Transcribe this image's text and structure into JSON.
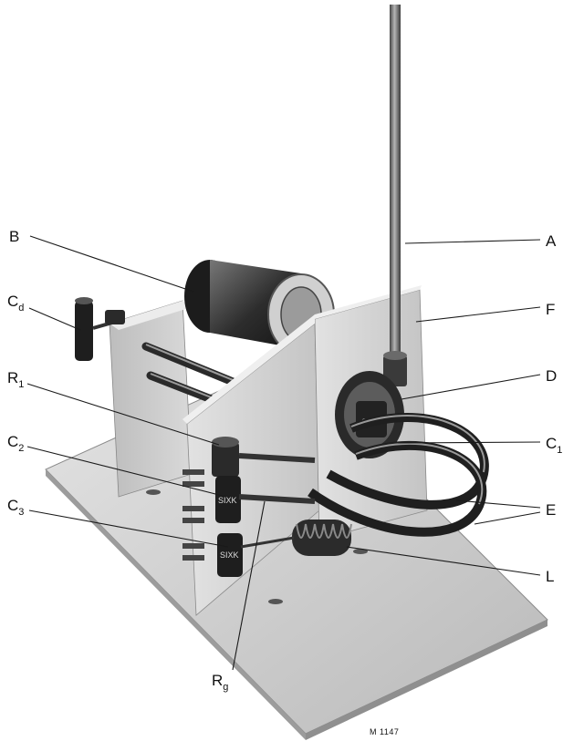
{
  "figure": {
    "reference": "M 1147",
    "callouts": [
      {
        "id": "A",
        "letter": "A",
        "sub": ""
      },
      {
        "id": "B",
        "letter": "B",
        "sub": ""
      },
      {
        "id": "Cd",
        "letter": "C",
        "sub": "d"
      },
      {
        "id": "F",
        "letter": "F",
        "sub": ""
      },
      {
        "id": "R1",
        "letter": "R",
        "sub": "1"
      },
      {
        "id": "D",
        "letter": "D",
        "sub": ""
      },
      {
        "id": "C2",
        "letter": "C",
        "sub": "2"
      },
      {
        "id": "C1",
        "letter": "C",
        "sub": "1"
      },
      {
        "id": "E",
        "letter": "E",
        "sub": ""
      },
      {
        "id": "C3",
        "letter": "C",
        "sub": "3"
      },
      {
        "id": "L",
        "letter": "L",
        "sub": ""
      },
      {
        "id": "Rg",
        "letter": "R",
        "sub": "g"
      }
    ]
  },
  "colors": {
    "board": "#c9c9c9",
    "board_edge": "#8a8a8a",
    "panel": "#d6d6d6",
    "metal_dark": "#3a3a3a",
    "metal_mid": "#7a7a7a"
  }
}
